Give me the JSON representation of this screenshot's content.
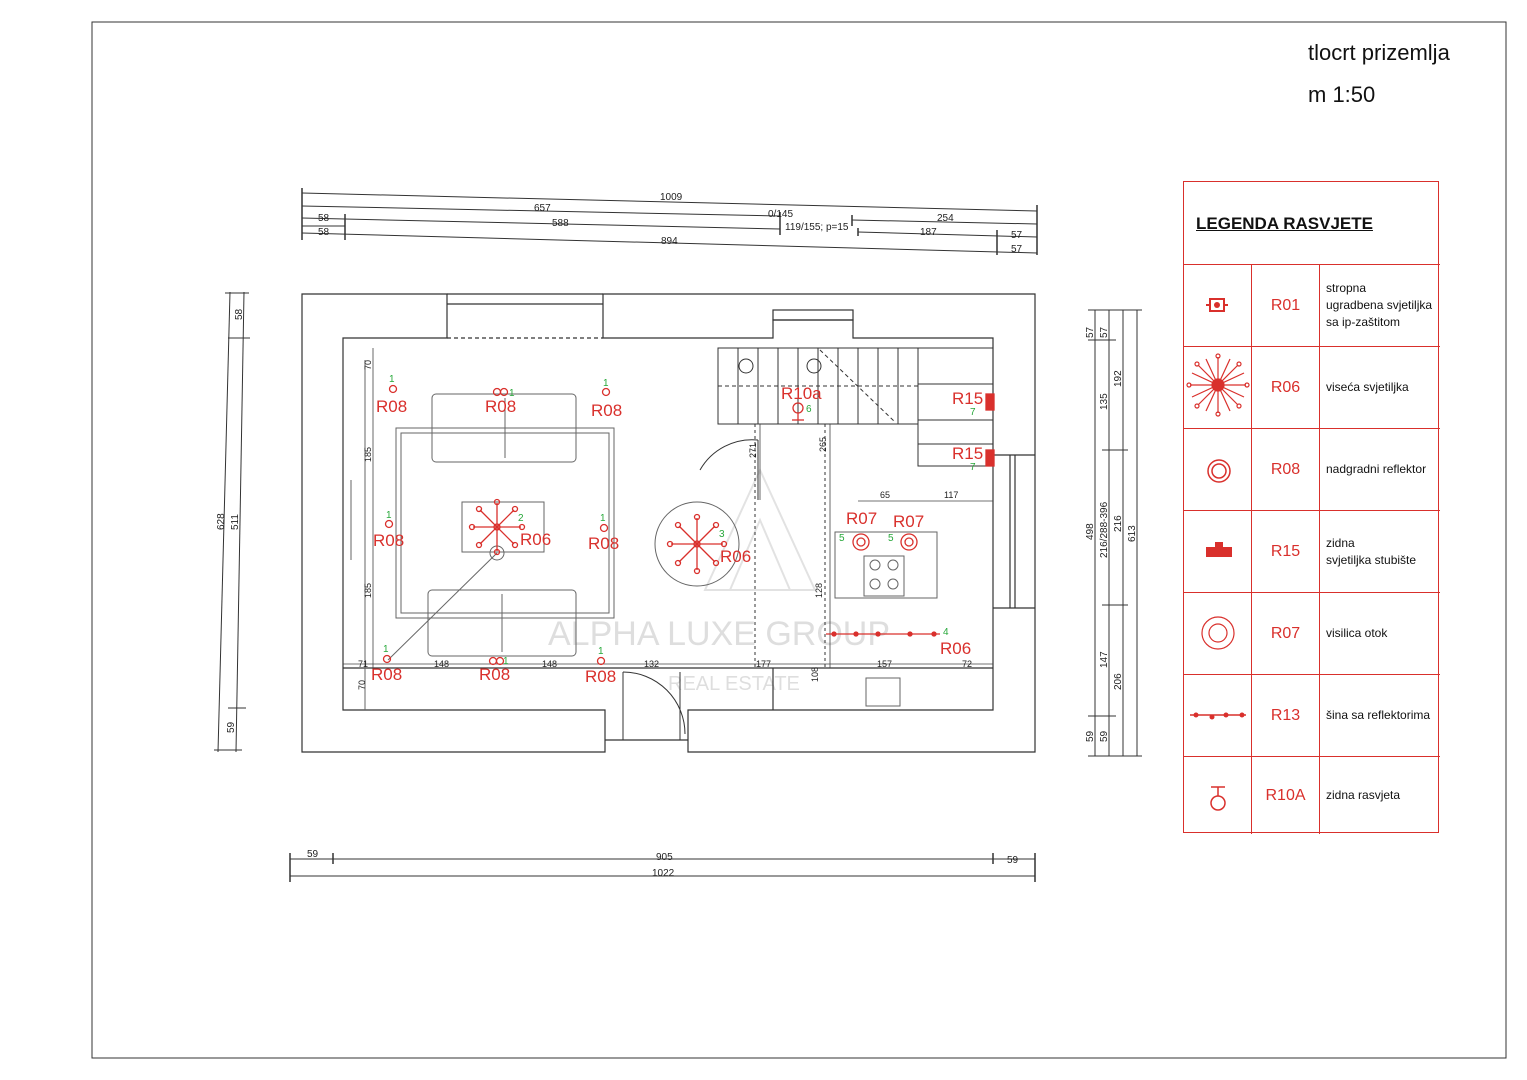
{
  "title": {
    "line1": "tlocrt prizemlja",
    "line2": "m 1:50"
  },
  "watermark": {
    "brand": "ALPHA LUXE GROUP",
    "sub": "REAL ESTATE"
  },
  "colors": {
    "accent_red": "#d9302c",
    "label_green": "#27a83a",
    "line": "#333333",
    "bg": "#ffffff"
  },
  "dimensions": {
    "top": [
      "1009",
      "657",
      "0/145",
      "254",
      "58",
      "588",
      "119/155; p=15",
      "187",
      "57",
      "58",
      "894",
      "57"
    ],
    "bottom": [
      "59",
      "905",
      "59",
      "1022"
    ],
    "left": [
      "58",
      "628",
      "511",
      "59"
    ],
    "right": [
      "57",
      "57",
      "135",
      "192",
      "498",
      "216/288-396",
      "216",
      "613",
      "147",
      "206",
      "59",
      "59"
    ],
    "interior": [
      "70",
      "185",
      "185",
      "70",
      "71",
      "148",
      "148",
      "132",
      "177",
      "157",
      "72",
      "108",
      "271",
      "265",
      "128",
      "65",
      "117"
    ]
  },
  "fixtures": [
    {
      "code": "R08",
      "num": "1"
    },
    {
      "code": "R08",
      "num": "1"
    },
    {
      "code": "R08",
      "num": "1"
    },
    {
      "code": "R08",
      "num": "1"
    },
    {
      "code": "R08",
      "num": "1"
    },
    {
      "code": "R08",
      "num": "1"
    },
    {
      "code": "R08",
      "num": "1"
    },
    {
      "code": "R08",
      "num": "1"
    },
    {
      "code": "R06",
      "num": "2"
    },
    {
      "code": "R06",
      "num": "3"
    },
    {
      "code": "R06",
      "num": "4"
    },
    {
      "code": "R07",
      "num": "5"
    },
    {
      "code": "R07",
      "num": "5"
    },
    {
      "code": "R10a",
      "num": "6"
    },
    {
      "code": "R15",
      "num": "7"
    },
    {
      "code": "R15",
      "num": "7"
    }
  ],
  "legend": {
    "title": "LEGENDA RASVJETE",
    "rows": [
      {
        "icon": "recessed-ceiling-light-icon",
        "code": "R01",
        "desc": "stropna\nugradbena svjetiljka\nsa ip-zaštitom"
      },
      {
        "icon": "pendant-light-icon",
        "code": "R06",
        "desc": "viseća svjetiljka"
      },
      {
        "icon": "surface-spotlight-icon",
        "code": "R08",
        "desc": "nadgradni reflektor"
      },
      {
        "icon": "stair-wall-light-icon",
        "code": "R15",
        "desc": "zidna\nsvjetiljka stubište"
      },
      {
        "icon": "island-pendant-icon",
        "code": "R07",
        "desc": "visilica otok"
      },
      {
        "icon": "track-spotlight-icon",
        "code": "R13",
        "desc": "šina sa reflektorima"
      },
      {
        "icon": "wall-light-icon",
        "code": "R10A",
        "desc": "zidna rasvjeta"
      }
    ]
  }
}
